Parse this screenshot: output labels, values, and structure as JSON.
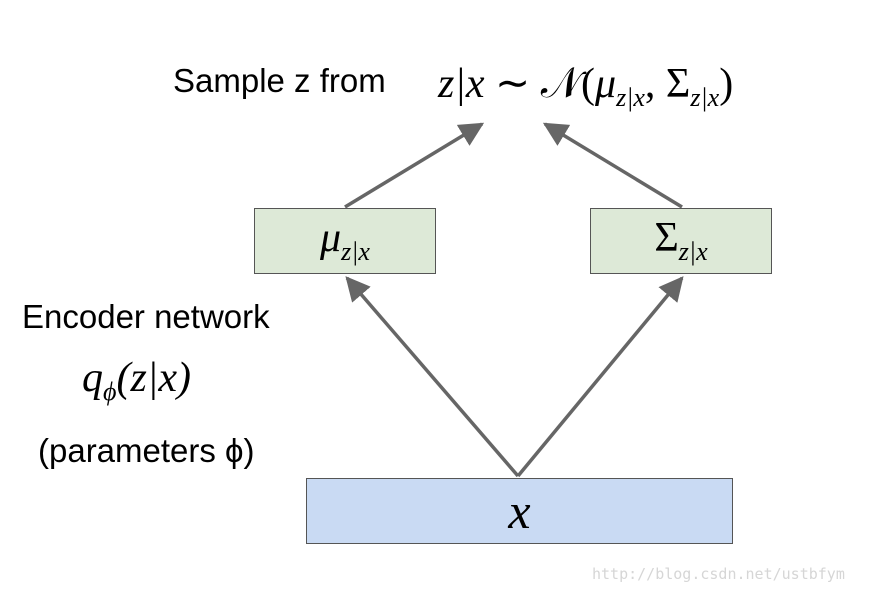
{
  "sample": {
    "label": "Sample z from",
    "formula_lhs": "z|x",
    "tilde": "∼",
    "normal": "𝒩(",
    "mu": "μ",
    "mu_sub": "z|x",
    "comma": ",",
    "sigma": "Σ",
    "sigma_sub": "z|x",
    "close": ")"
  },
  "boxes": {
    "mu": {
      "symbol": "μ",
      "sub": "z|x"
    },
    "sigma": {
      "symbol": "Σ",
      "sub": "z|x"
    },
    "input": {
      "symbol": "x"
    }
  },
  "encoder": {
    "label": "Encoder network",
    "q": "q",
    "q_sub": "ϕ",
    "q_args": "(z|x)",
    "params": "(parameters ϕ)"
  },
  "watermark": "http://blog.csdn.net/ustbfym",
  "colors": {
    "mean_box_fill": "#dde9d7",
    "input_box_fill": "#c9daf3",
    "arrow": "#666666",
    "box_border": "#555555"
  }
}
